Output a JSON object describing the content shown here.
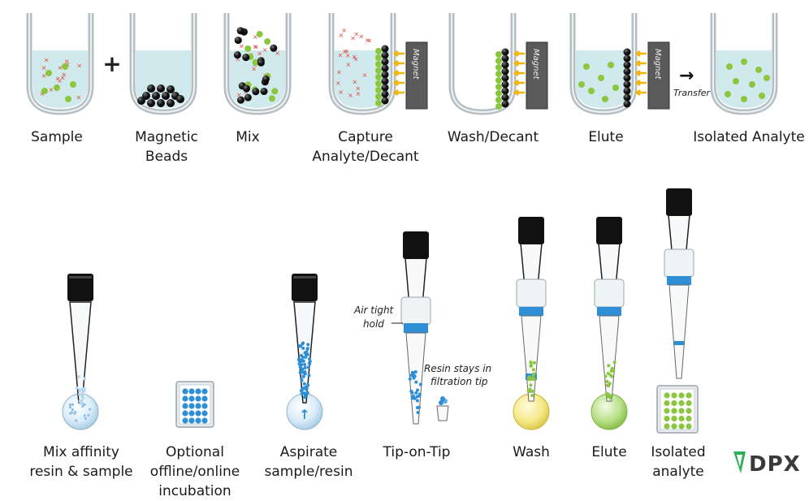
{
  "top_row": {
    "steps": [
      {
        "label": "Sample"
      },
      {
        "label": "Magnetic Beads"
      },
      {
        "label": "Mix"
      },
      {
        "label": "Capture Analyte/Decant"
      },
      {
        "label": "Wash/Decant"
      },
      {
        "label": "Elute"
      },
      {
        "label": "Isolated Analyte"
      }
    ],
    "plus_sign": "+",
    "magnet_label": "Magnet",
    "arrow_symbol": "→",
    "transfer_label": "Transfer"
  },
  "bottom_row": {
    "steps": [
      {
        "label_line1": "Mix affinity",
        "label_line2": "resin & sample",
        "label_line3": ""
      },
      {
        "label_line1": "Optional",
        "label_line2": "offline/online",
        "label_line3": "incubation"
      },
      {
        "label_line1": "Aspirate",
        "label_line2": "sample/resin",
        "label_line3": ""
      },
      {
        "label_line1": "Tip-on-Tip",
        "label_line2": "",
        "label_line3": ""
      },
      {
        "label_line1": "Wash",
        "label_line2": "",
        "label_line3": ""
      },
      {
        "label_line1": "Elute",
        "label_line2": "",
        "label_line3": ""
      },
      {
        "label_line1": "Isolated",
        "label_line2": "analyte",
        "label_line3": ""
      }
    ],
    "air_tight_line1": "Air tight",
    "air_tight_line2": "hold",
    "resin_note_line1": "Resin stays in",
    "resin_note_line2": "filtration tip"
  },
  "logo": {
    "text": "DPX"
  },
  "colors": {
    "liquid": "#cfe9ec",
    "analyte": "#8cc63f",
    "contaminant": "#e2463c",
    "bead": "#1a1a1a",
    "magnet": "#5a5a5a",
    "field_arrow": "#f5b400",
    "resin_blue": "#2e8fd6",
    "wash_yellow": "#f3e27a",
    "elute_green": "#9ed36a",
    "logo_green": "#2fae5a"
  }
}
